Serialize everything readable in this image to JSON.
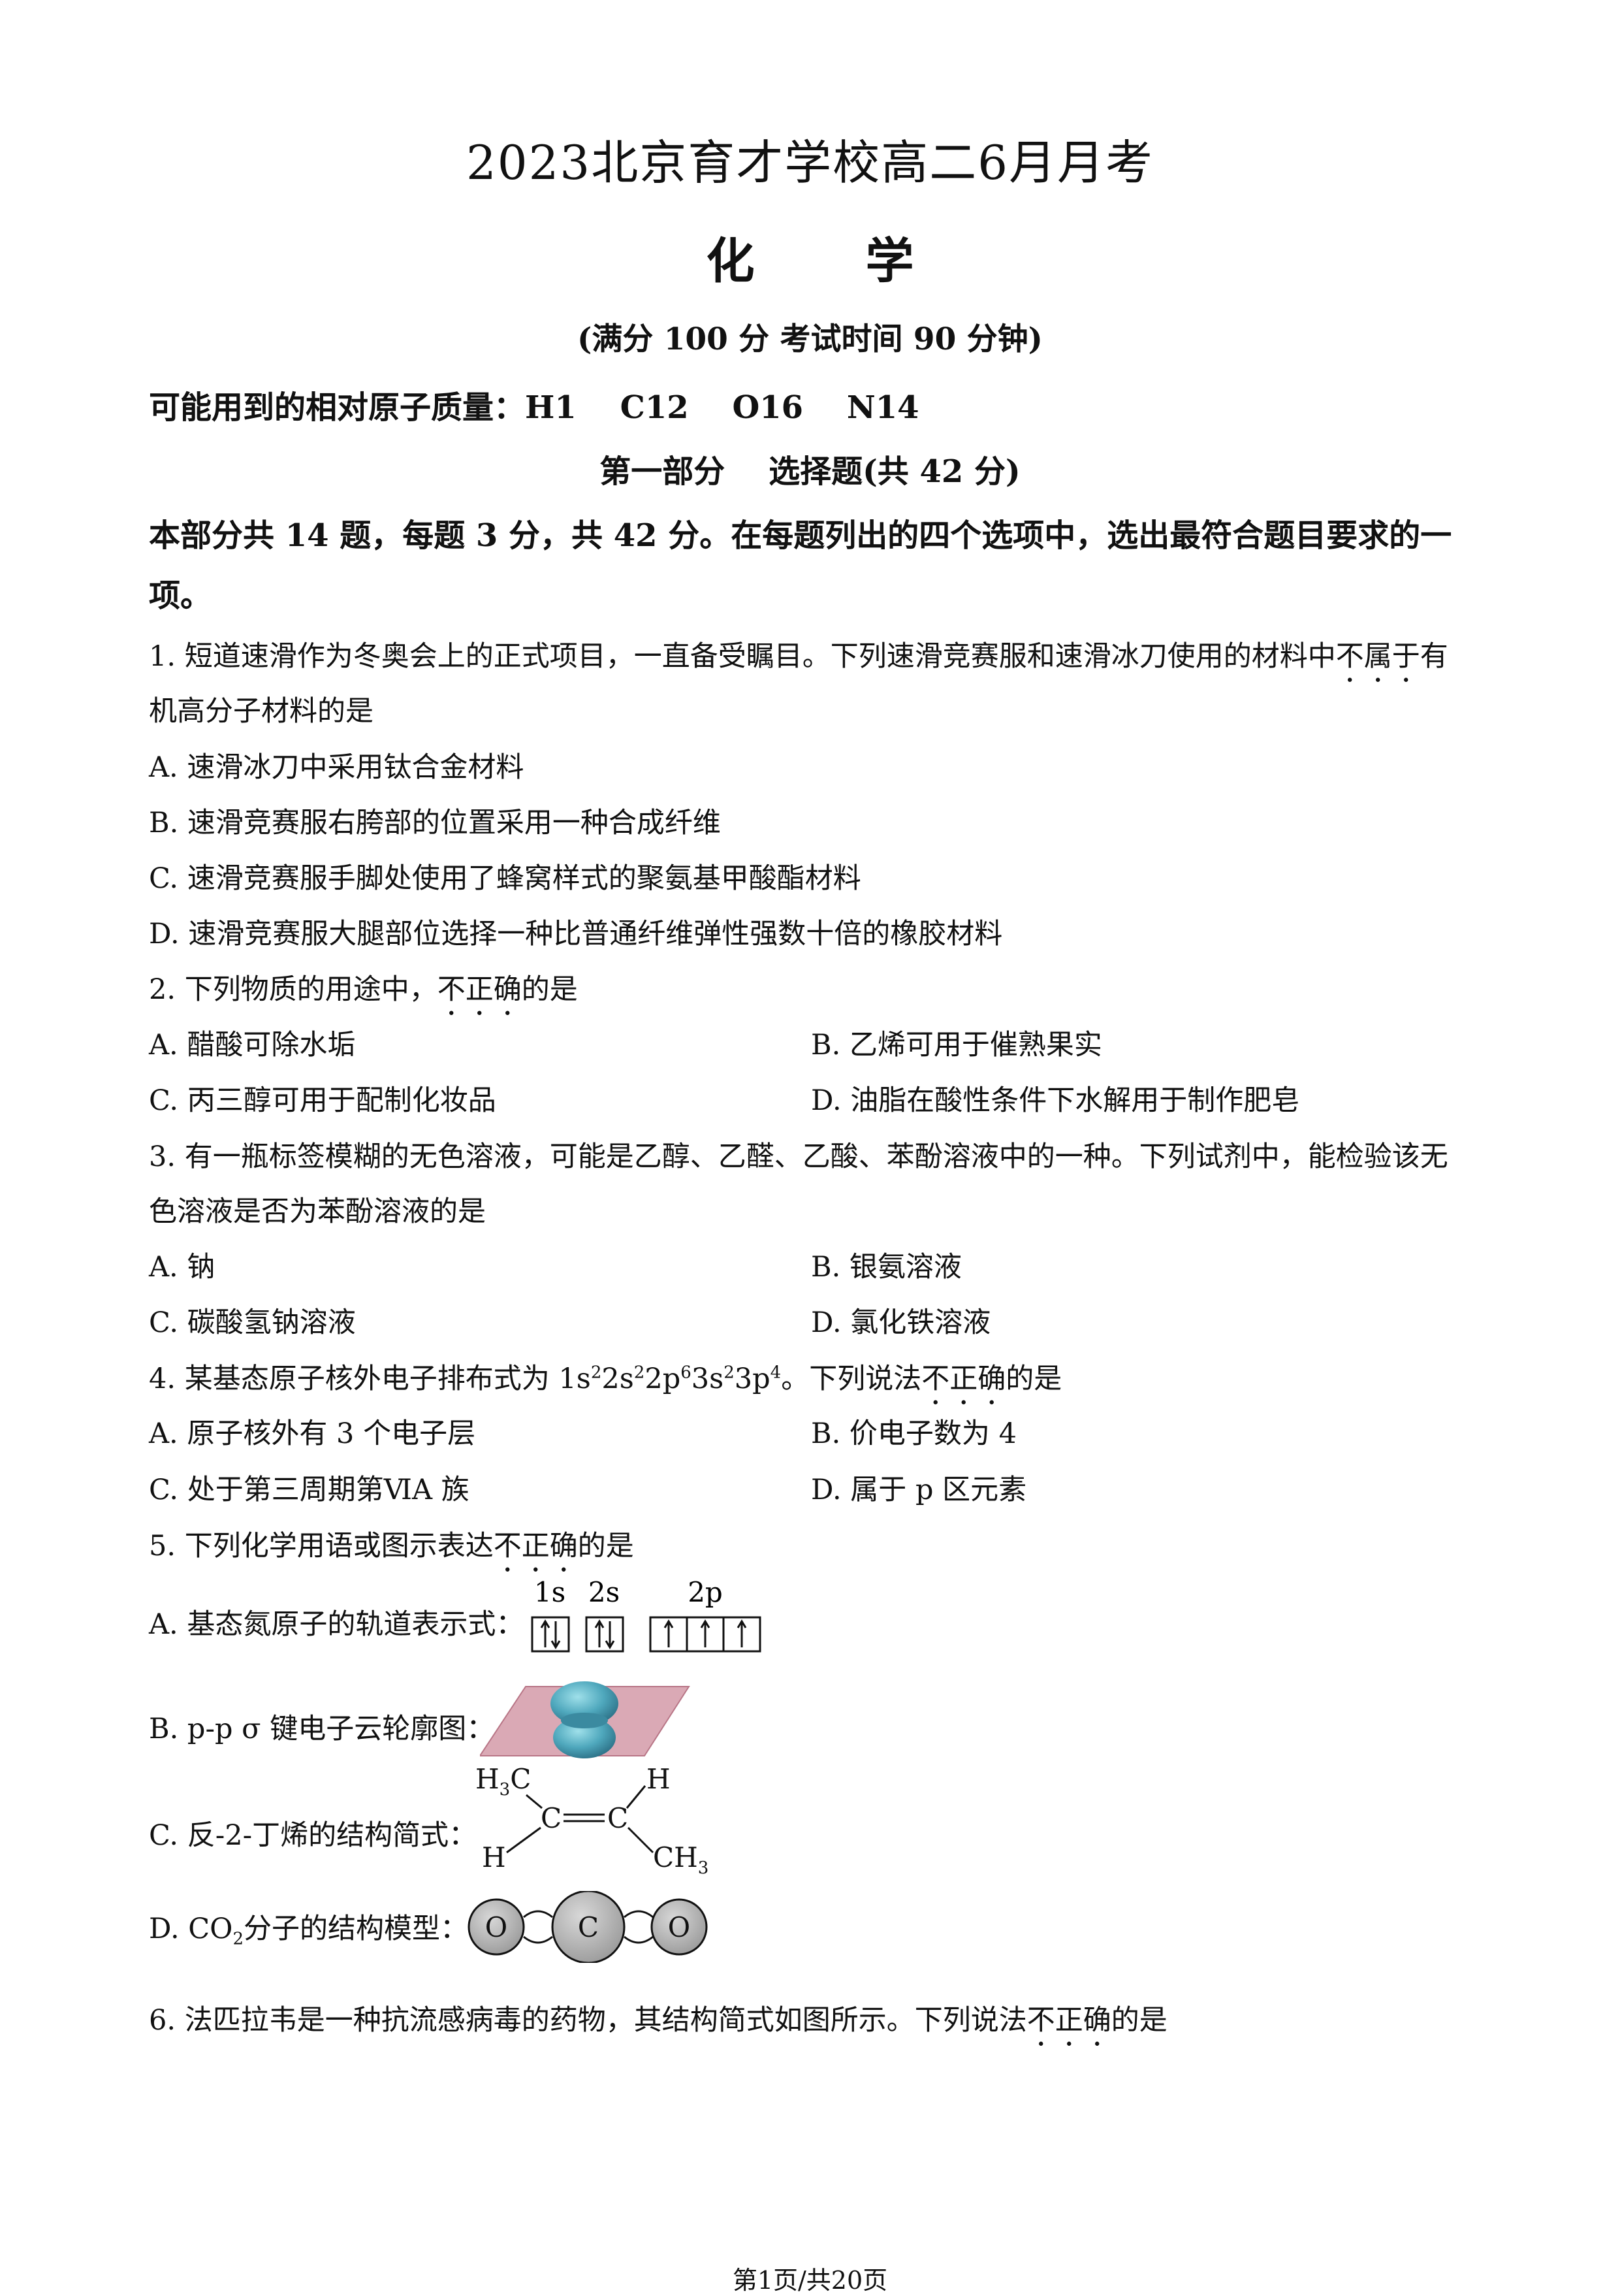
{
  "header": {
    "title": "2023北京育才学校高二6月月考",
    "subject": "化学",
    "meta": "(满分 100 分   考试时间 90 分钟)"
  },
  "atomic_masses": {
    "label": "可能用到的相对原子质量：",
    "values": "H1    C12    O16    N14"
  },
  "section1": {
    "title": "第一部分    选择题(共 42 分)",
    "instruction_line1": "本部分共 14 题，每题 3 分，共 42 分。在每题列出的四个选项中，选出最符合题目要求的一",
    "instruction_line2": "项。"
  },
  "questions": {
    "q1": {
      "stem_line1_pre": "1. 短道速滑作为冬奥会上的正式项目，一直备受瞩目。下列速滑竞赛服和速滑冰刀使用的材料中",
      "stem_line1_em": "不属于",
      "stem_line1_post": "有",
      "stem_line2": "机高分子材料的是",
      "optA": "A. 速滑冰刀中采用钛合金材料",
      "optB": "B. 速滑竞赛服右胯部的位置采用一种合成纤维",
      "optC": "C. 速滑竞赛服手脚处使用了蜂窝样式的聚氨基甲酸酯材料",
      "optD": "D. 速滑竞赛服大腿部位选择一种比普通纤维弹性强数十倍的橡胶材料"
    },
    "q2": {
      "stem_pre": "2. 下列物质的用途中，",
      "stem_em": "不正确",
      "stem_post": "的是",
      "optA": "A. 醋酸可除水垢",
      "optB": "B. 乙烯可用于催熟果实",
      "optC": "C. 丙三醇可用于配制化妆品",
      "optD": "D. 油脂在酸性条件下水解用于制作肥皂"
    },
    "q3": {
      "stem_line1": "3. 有一瓶标签模糊的无色溶液，可能是乙醇、乙醛、乙酸、苯酚溶液中的一种。下列试剂中，能检验该无",
      "stem_line2": "色溶液是否为苯酚溶液的是",
      "optA": "A. 钠",
      "optB": "B. 银氨溶液",
      "optC": "C. 碳酸氢钠溶液",
      "optD": "D. 氯化铁溶液"
    },
    "q4": {
      "stem_pre": "4. 某基态原子核外电子排布式为 ",
      "config": [
        "1s",
        "2",
        "2s",
        "2",
        "2p",
        "6",
        "3s",
        "2",
        "3p",
        "4"
      ],
      "stem_mid": "。下列说法",
      "stem_em": "不正确",
      "stem_post": "的是",
      "optA": "A. 原子核外有 3 个电子层",
      "optB": "B. 价电子数为 4",
      "optC": "C. 处于第三周期第ⅥA 族",
      "optD": "D. 属于 p 区元素"
    },
    "q5": {
      "stem_pre": "5. 下列化学用语或图示表达",
      "stem_em": "不正确",
      "stem_post": "的是",
      "optA": "A. 基态氮原子的轨道表示式：",
      "orbital_labels": [
        "1s",
        "2s",
        "2p"
      ],
      "optB": "B. p-p  σ 键电子云轮廓图：",
      "optC": "C. 反-2-丁烯的结构简式：",
      "struct": {
        "c": "C",
        "h": "H",
        "ch3_c": "CH",
        "ch3_sub": "3",
        "h3c_h": "H",
        "h3c_sub": "3",
        "h3c_c": "C"
      },
      "optD_pre": "D. CO",
      "optD_sub": "2",
      "optD_post": "分子的结构模型：",
      "model_atoms": [
        "O",
        "C",
        "O"
      ]
    },
    "q6": {
      "stem_pre": "6. 法匹拉韦是一种抗流感病毒的药物，其结构简式如图所示。下列说法",
      "stem_em": "不正确",
      "stem_post": "的是"
    }
  },
  "footer": {
    "page": "第1页/共20页"
  }
}
